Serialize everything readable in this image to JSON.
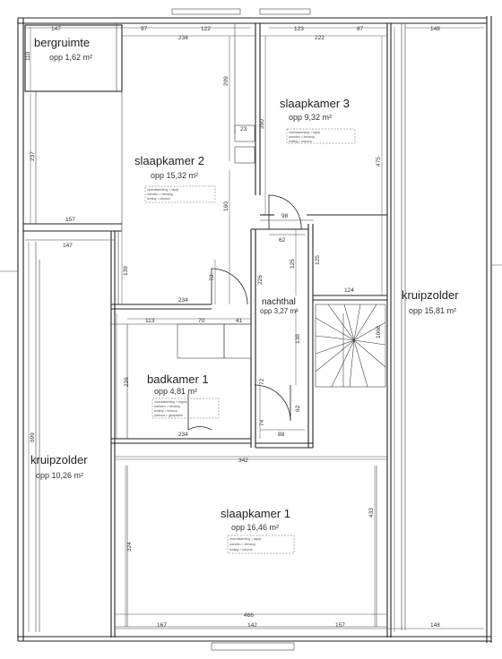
{
  "rooms": {
    "bergruimte": {
      "name": "bergruimte",
      "area": "opp 1,62 m²"
    },
    "slaapkamer3": {
      "name": "slaapkamer 3",
      "area": "opp 9,32 m²",
      "notes": [
        "vloerafwerking = tapijt",
        "wanden = behang",
        "leiding = inbouw"
      ]
    },
    "slaapkamer2": {
      "name": "slaapkamer 2",
      "area": "opp 15,32 m²",
      "notes": [
        "vloerafwerking = tapijt",
        "wanden = behang",
        "leiding = inbouw"
      ]
    },
    "nachthal": {
      "name": "nachthal",
      "area": "opp 3,27 m²"
    },
    "badkamer1": {
      "name": "badkamer 1",
      "area": "opp 4,81 m²",
      "notes": [
        "vloerafwerking = tegels",
        "wanden = behang",
        "leiding = inbouw",
        "plafond = gipsplaten"
      ]
    },
    "kruipzolder_right": {
      "name": "kruipzolder",
      "area": "opp 15,81 m²"
    },
    "kruipzolder_left": {
      "name": "kruipzolder",
      "area": "opp 10,26 m²"
    },
    "slaapkamer1": {
      "name": "slaapkamer 1",
      "area": "opp 16,46 m²",
      "notes": [
        "vloerafwerking = tapijt",
        "wanden = behang",
        "leiding = inbouw"
      ]
    }
  },
  "dimensions": {
    "top_147": "147",
    "top_97": "97",
    "top_122": "122",
    "top_123": "123",
    "top_87": "87",
    "top_148": "148",
    "top_234": "234",
    "top_222": "222",
    "v_110": "110",
    "v_237": "237",
    "v_209": "209",
    "v_350": "350",
    "d_23": "23",
    "d_475": "475",
    "d_160": "160",
    "d_157": "157",
    "d_147b": "147",
    "d_98": "98",
    "d_62": "62",
    "d_125": "125",
    "d_139": "139",
    "d_73": "73",
    "d_226": "226",
    "d_124": "124",
    "d_234b": "234",
    "d_113": "113",
    "d_70": "70",
    "d_41": "41",
    "d_138": "138",
    "d_1066": "1066",
    "d_72": "72",
    "d_226b": "226",
    "d_74": "74",
    "d_62b": "62",
    "d_88": "88",
    "d_234c": "234",
    "d_699": "699",
    "d_342": "342",
    "d_433": "433",
    "d_324": "324",
    "d_466": "466",
    "b_167": "167",
    "b_142": "142",
    "b_157": "157",
    "b_148": "148"
  }
}
